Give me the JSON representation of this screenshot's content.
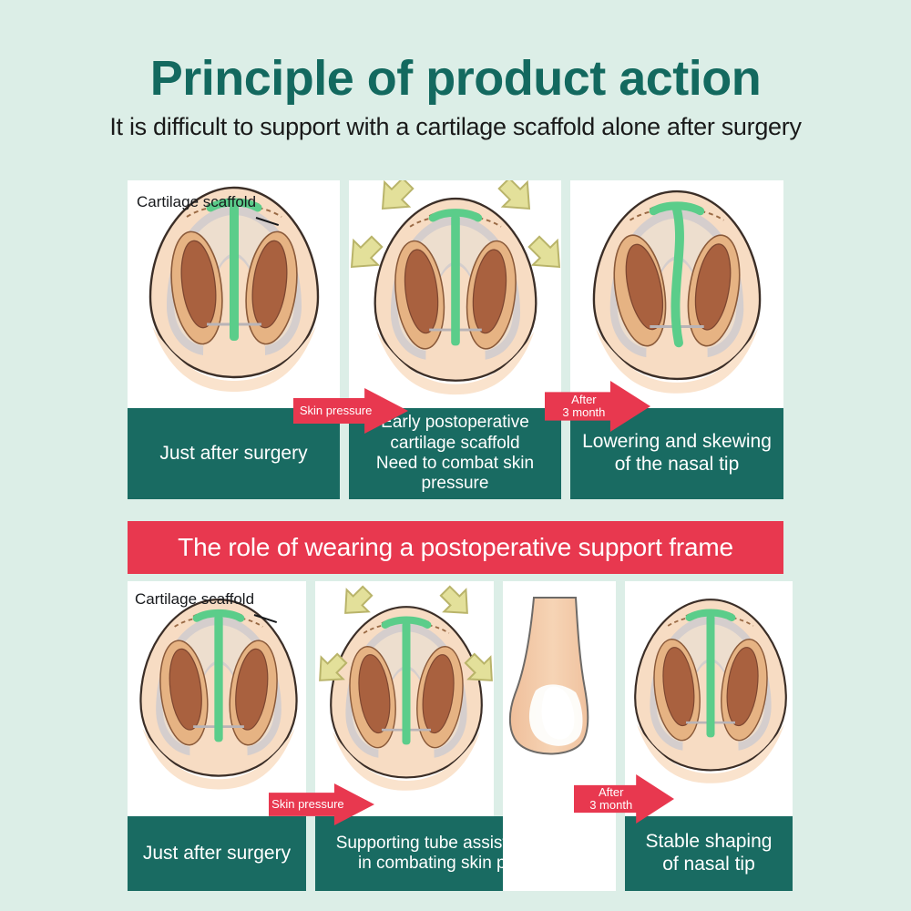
{
  "header": {
    "title": "Principle of product action",
    "subtitle": "It is difficult to support with a cartilage scaffold alone after surgery",
    "title_color": "#13695f",
    "subtitle_color": "#1a1a1a"
  },
  "theme": {
    "background": "#dceee7",
    "card_background": "#ffffff",
    "caption_teal": "#196b62",
    "accent_red": "#e8384f",
    "scaffold_green": "#5bcd8a",
    "arrow_khaki": "#e3e09a",
    "skin": "#f7dcc3",
    "nostril_outer": "#e6b383",
    "nostril_inner": "#a9613f",
    "cartilage_gray": "#c9c5c8",
    "outline": "#3b2e27"
  },
  "banner": {
    "label": "The role of wearing a postoperative support frame"
  },
  "icons": {
    "pressure_arrow": "arrow-inward-icon",
    "flow_arrow": "chevron-right-arrow-icon",
    "scaffold": "cartilage-scaffold-icon",
    "support_tube": "support-tube-icon"
  },
  "row1": {
    "label": "Cartilage scaffold",
    "panels": [
      {
        "caption": "Just after surgery",
        "art": "nose-axial-straight-scaffold"
      },
      {
        "caption": "Early postoperative\ncartilage scaffold\nNeed to combat skin\npressure",
        "art": "nose-axial-with-pressure-arrows"
      },
      {
        "caption": "Lowering and skewing\nof the nasal tip",
        "art": "nose-axial-skewed-scaffold"
      }
    ],
    "connectors": [
      {
        "label": "Skin pressure"
      },
      {
        "label": "After\n3 month"
      }
    ]
  },
  "row2": {
    "label": "Cartilage scaffold",
    "panels": [
      {
        "caption": "Just after surgery",
        "art": "nose-axial-straight-scaffold"
      },
      {
        "caption": "Supporting tube assists cartilage\nin combating skin pressure",
        "art": "nose-axial-with-pressure-arrows"
      },
      {
        "caption": "",
        "art": "nose-profile-with-support-tube"
      },
      {
        "caption": "Stable shaping\nof nasal tip",
        "art": "nose-axial-straight-scaffold"
      }
    ],
    "connectors": [
      {
        "label": "Skin pressure"
      },
      {
        "label": "After\n3 month"
      }
    ]
  }
}
